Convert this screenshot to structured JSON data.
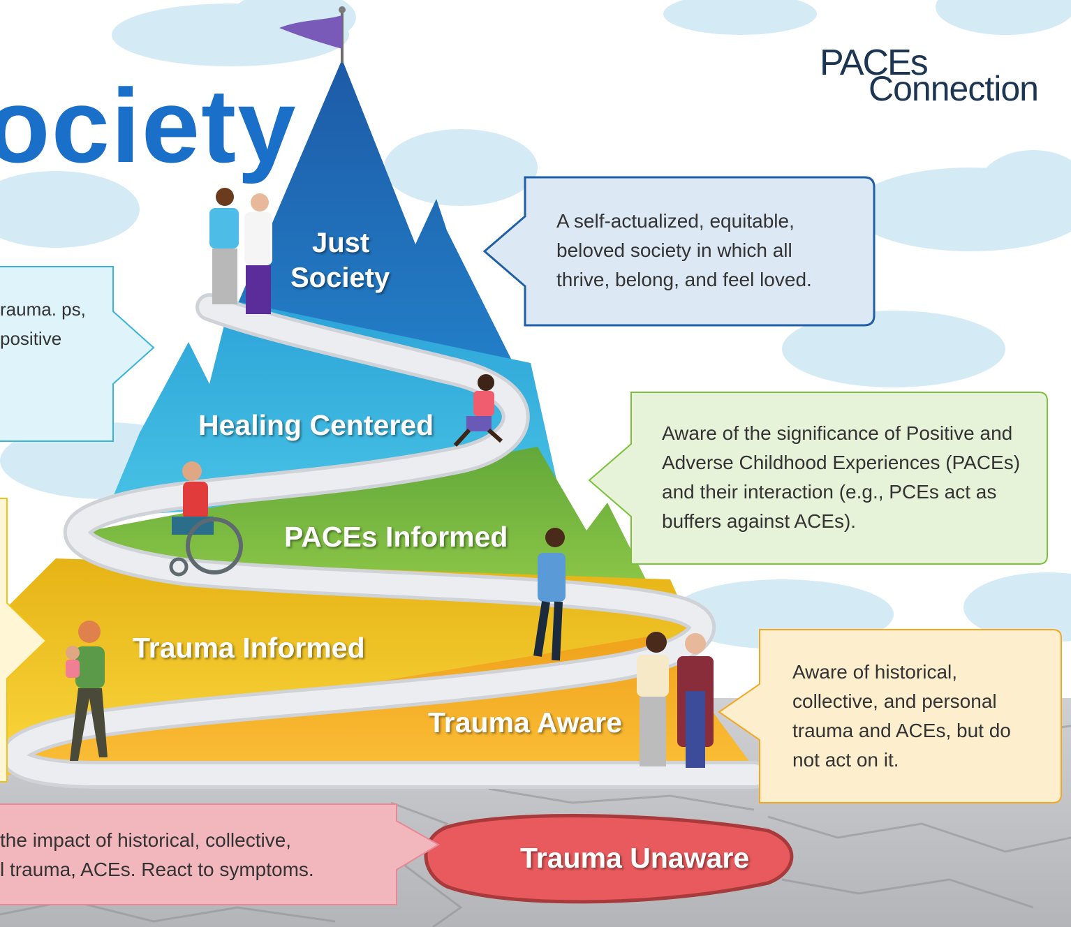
{
  "header": {
    "title_fragment": "ociety",
    "logo_line1": "PACEs",
    "logo_line2": "Connection"
  },
  "levels": [
    {
      "label_line1": "Just",
      "label_line2": "Society",
      "description": "A self-actualized, equitable, beloved society in which all thrive, belong, and feel loved.",
      "color": "#1f6db8"
    },
    {
      "label": "Healing Centered",
      "description_fragment": "rauma. ps, positive",
      "color": "#39b3dc"
    },
    {
      "label": "PACEs Informed",
      "description": "Aware of the significance of Positive and Adverse Childhood Experiences (PACEs) and their interaction (e.g., PCEs act as buffers against ACEs).",
      "color": "#7cc03e"
    },
    {
      "label": "Trauma Informed",
      "color": "#f2c21c"
    },
    {
      "label": "Trauma Aware",
      "description": "Aware of historical, collective, and personal trauma and ACEs, but do not act on it.",
      "color": "#f5a623"
    },
    {
      "label": "Trauma Unaware",
      "description_line1": "the impact of historical, collective,",
      "description_line2": "l trauma, ACEs. React to symptoms.",
      "color": "#ea5b5c"
    }
  ]
}
